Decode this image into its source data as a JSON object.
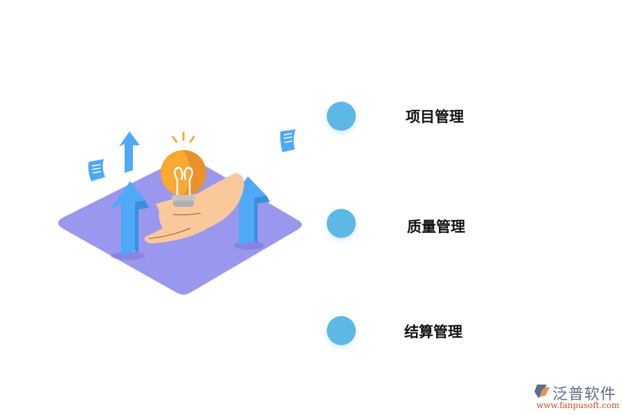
{
  "illustration": {
    "description": "isometric purple platform with hand holding light bulb, blue up arrows and flying papers",
    "colors": {
      "platform": "#9a97ef",
      "arrow": "#4fa9f7",
      "bulb": "#f7a934",
      "hand": "#f9c89b"
    }
  },
  "items": [
    {
      "label": "项目管理",
      "dot_color": "#5db8e6"
    },
    {
      "label": "质量管理",
      "dot_color": "#5db8e6"
    },
    {
      "label": "结算管理",
      "dot_color": "#5db8e6"
    }
  ],
  "logo": {
    "name": "泛普软件",
    "url": "www.fanpusoft.com"
  }
}
